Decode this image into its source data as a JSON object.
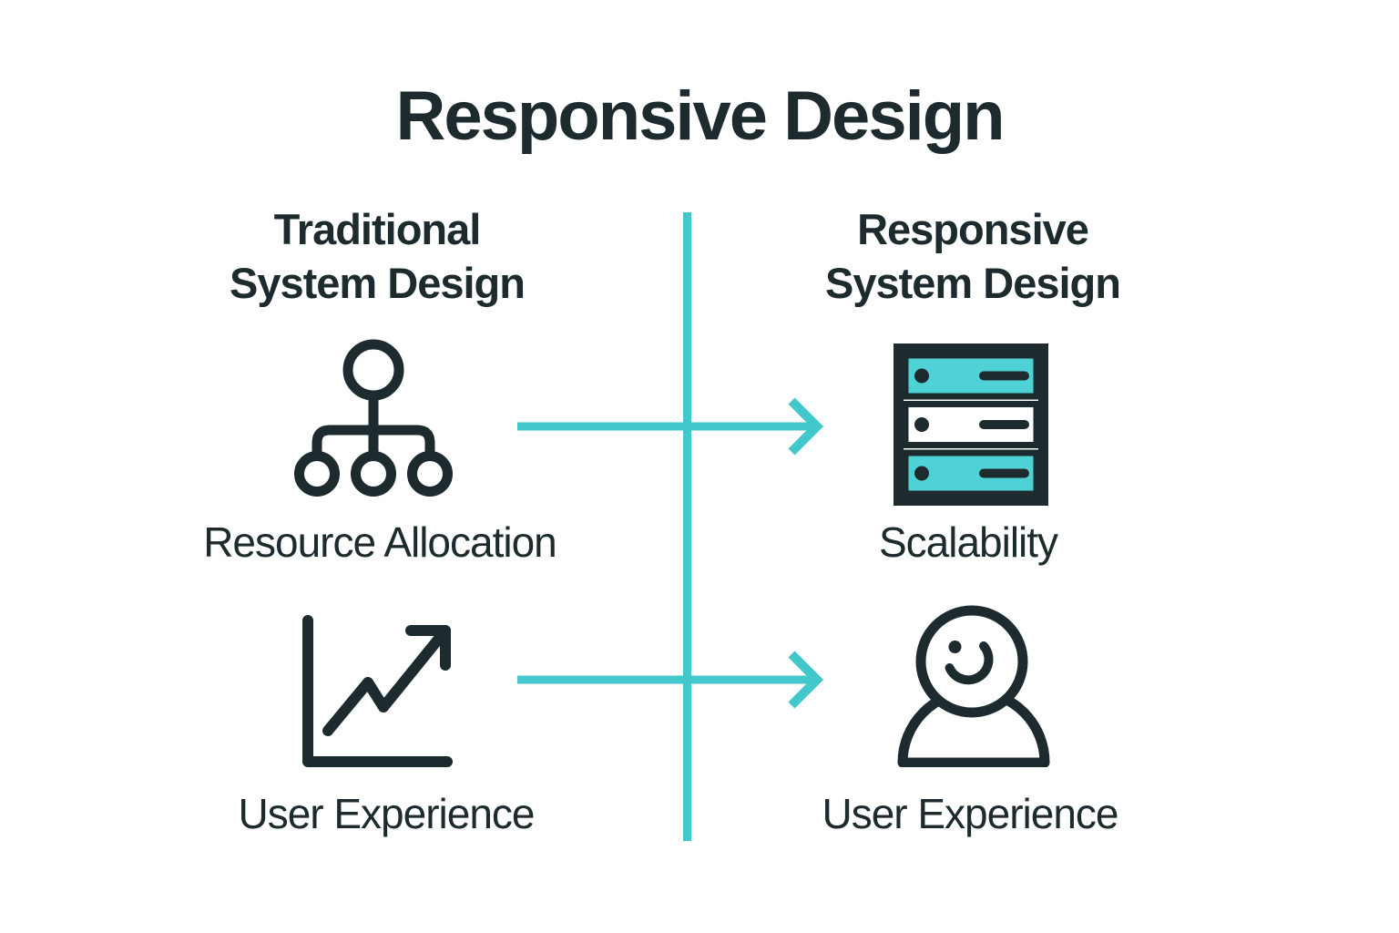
{
  "title": "Responsive Design",
  "columns": [
    {
      "title_line1": "Traditional",
      "title_line2": "System Design"
    },
    {
      "title_line1": "Responsive",
      "title_line2": "System Design"
    }
  ],
  "cells": [
    {
      "icon": "org-chart-icon",
      "label": "Resource Allocation"
    },
    {
      "icon": "server-stack-icon",
      "label": "Scalability"
    },
    {
      "icon": "line-chart-icon",
      "label": "User Experience"
    },
    {
      "icon": "user-smile-icon",
      "label": "User Experience"
    }
  ],
  "colors": {
    "ink": "#1d2b2e",
    "teal": "#42c7cb",
    "teal_fill": "#4fd2d5",
    "background": "#ffffff"
  }
}
